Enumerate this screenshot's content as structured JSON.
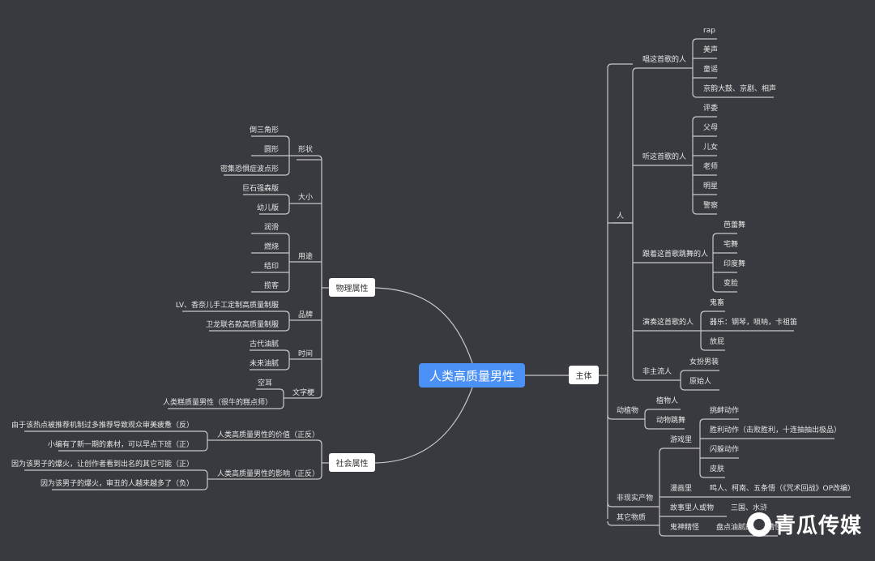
{
  "root": {
    "label": "人类高质量男性",
    "color": "#4a90f5"
  },
  "colors": {
    "background": "#383a3f",
    "line": "#c8c8c8",
    "text": "#e6e6e6",
    "node_bg": "#ffffff"
  },
  "left": {
    "physical": {
      "label": "物理属性",
      "groups": [
        {
          "label": "形状",
          "items": [
            "倒三角形",
            "圆形",
            "密集恐惧症波点形"
          ]
        },
        {
          "label": "大小",
          "items": [
            "巨石强森版",
            "幼儿版"
          ]
        },
        {
          "label": "用途",
          "items": [
            "润滑",
            "燃烧",
            "结印",
            "揽客"
          ]
        },
        {
          "label": "品牌",
          "items": [
            "LV、香奈儿手工定制高质量制服",
            "卫龙联名款高质量制服"
          ]
        },
        {
          "label": "时间",
          "items": [
            "古代油腻",
            "未来油腻"
          ]
        },
        {
          "label": "文字梗",
          "items": [
            "空耳",
            "人类糕质量男性（很牛的糕点师）"
          ]
        }
      ]
    },
    "social": {
      "label": "社会属性",
      "groups": [
        {
          "label": "人类高质量男性的价值（正反）",
          "items": [
            "由于该热点被推荐机制过多推荐导致观众审美疲惫（反）",
            "小编有了新一期的素材，可以早点下班（正）"
          ]
        },
        {
          "label": "人类高质量男性的影响（正反）",
          "items": [
            "因为该男子的爆火，让创作者看到出名的其它可能（正）",
            "因为该男子的爆火，审丑的人越来越多了（负）"
          ]
        }
      ]
    }
  },
  "right": {
    "subject": {
      "label": "主体",
      "people": {
        "label": "人",
        "groups": [
          {
            "label": "唱这首歌的人",
            "items": [
              "rap",
              "美声",
              "童谣",
              "京韵大鼓、京剧、相声"
            ]
          },
          {
            "label": "听这首歌的人",
            "items": [
              "评委",
              "父母",
              "儿女",
              "老师",
              "明星",
              "警察"
            ]
          },
          {
            "label": "跟着这首歌跳舞的人",
            "items": [
              "芭蕾舞",
              "宅舞",
              "印度舞",
              "变脸"
            ]
          },
          {
            "label": "演奏这首歌的人",
            "items": [
              "鬼畜",
              "器乐：钢琴，唢呐，卡祖笛",
              "放屁"
            ]
          },
          {
            "label": "非主流人",
            "items": [
              "女扮男装",
              "原始人"
            ]
          }
        ]
      },
      "animals_plants": {
        "label": "动植物",
        "items": [
          "植物人",
          "动物跳舞"
        ]
      },
      "unreal": {
        "label": "非现实产物",
        "groups": [
          {
            "label": "游戏里",
            "items": [
              "挑衅动作",
              "胜利动作（击败胜利，十连抽抽出极品）",
              "闪躲动作",
              "皮肤"
            ]
          },
          {
            "label": "漫画里",
            "items": [
              "鸣人、柯南、五条悟（《咒术回战》OP改编）"
            ]
          },
          {
            "label": "故事里人或物",
            "items": [
              "三国、水浒"
            ]
          },
          {
            "label": "鬼神精怪",
            "items": [
              "盘点油腻的妖魔精怪"
            ]
          }
        ]
      },
      "other": {
        "label": "其它物质"
      }
    }
  },
  "watermark": {
    "text": "青瓜传媒"
  }
}
